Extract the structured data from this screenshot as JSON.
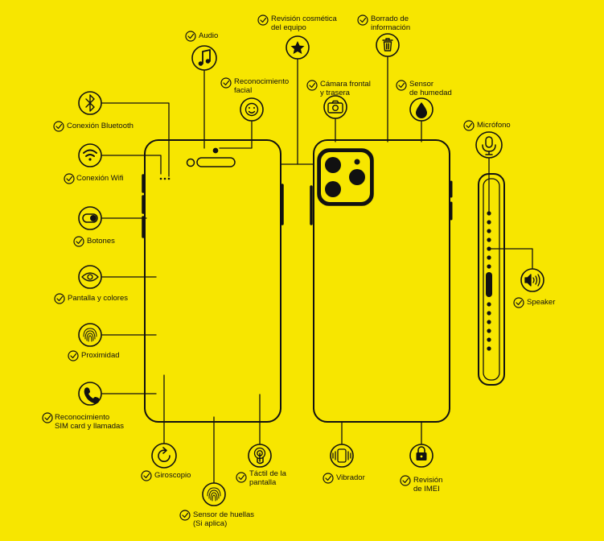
{
  "colors": {
    "background": "#f7e600",
    "line": "#111111"
  },
  "features": [
    {
      "id": "bluetooth",
      "label": "Conexión Bluetooth",
      "icon": "bluetooth-icon"
    },
    {
      "id": "wifi",
      "label": "Conexión Wifi",
      "icon": "wifi-icon"
    },
    {
      "id": "botones",
      "label": "Botones",
      "icon": "toggle-icon"
    },
    {
      "id": "pantalla",
      "label": "Pantalla y colores",
      "icon": "eye-icon"
    },
    {
      "id": "proximidad",
      "label": "Proximidad",
      "icon": "fingerprint-icon"
    },
    {
      "id": "sim",
      "label": "Reconocimiento\nSIM card y llamadas",
      "icon": "phone-icon"
    },
    {
      "id": "audio",
      "label": "Audio",
      "icon": "music-note-icon"
    },
    {
      "id": "facial",
      "label": "Reconocimiento\nfacial",
      "icon": "face-icon"
    },
    {
      "id": "cosmetica",
      "label": "Revisión cosmética\ndel equipo",
      "icon": "star-icon"
    },
    {
      "id": "borrado",
      "label": "Borrado de\ninformación",
      "icon": "trash-icon"
    },
    {
      "id": "camara",
      "label": "Cámara frontal\ny trasera",
      "icon": "camera-icon"
    },
    {
      "id": "humedad",
      "label": "Sensor\nde humedad",
      "icon": "drop-icon"
    },
    {
      "id": "microfono",
      "label": "Micrófono",
      "icon": "microphone-icon"
    },
    {
      "id": "speaker",
      "label": "Speaker",
      "icon": "speaker-icon"
    },
    {
      "id": "giroscopio",
      "label": "Giroscopio",
      "icon": "rotate-icon"
    },
    {
      "id": "huellas",
      "label": "Sensor de huellas\n(Si aplica)",
      "icon": "fingerprint-icon"
    },
    {
      "id": "tactil",
      "label": "Táctil de la\npantalla",
      "icon": "touch-icon"
    },
    {
      "id": "vibrador",
      "label": "Vibrador",
      "icon": "vibration-icon"
    },
    {
      "id": "imei",
      "label": "Revisión\nde IMEI",
      "icon": "lock-icon"
    }
  ]
}
